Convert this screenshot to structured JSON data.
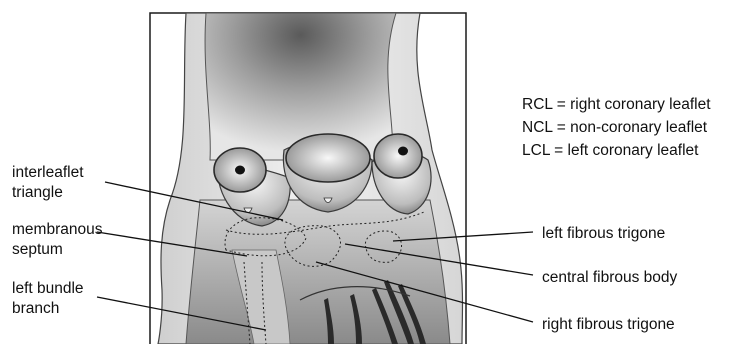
{
  "labels": {
    "interleaflet_line1": "interleaflet",
    "interleaflet_line2": "triangle",
    "membranous_line1": "membranous",
    "membranous_line2": "septum",
    "bundle_line1": "left bundle",
    "bundle_line2": "branch",
    "left_fibrous_trigone": "left fibrous trigone",
    "central_fibrous_body": "central fibrous body",
    "right_fibrous_trigone": "right fibrous trigone"
  },
  "legend": [
    "RCL = right coronary leaflet",
    "NCL = non-coronary leaflet",
    "LCL = left coronary leaflet"
  ]
}
